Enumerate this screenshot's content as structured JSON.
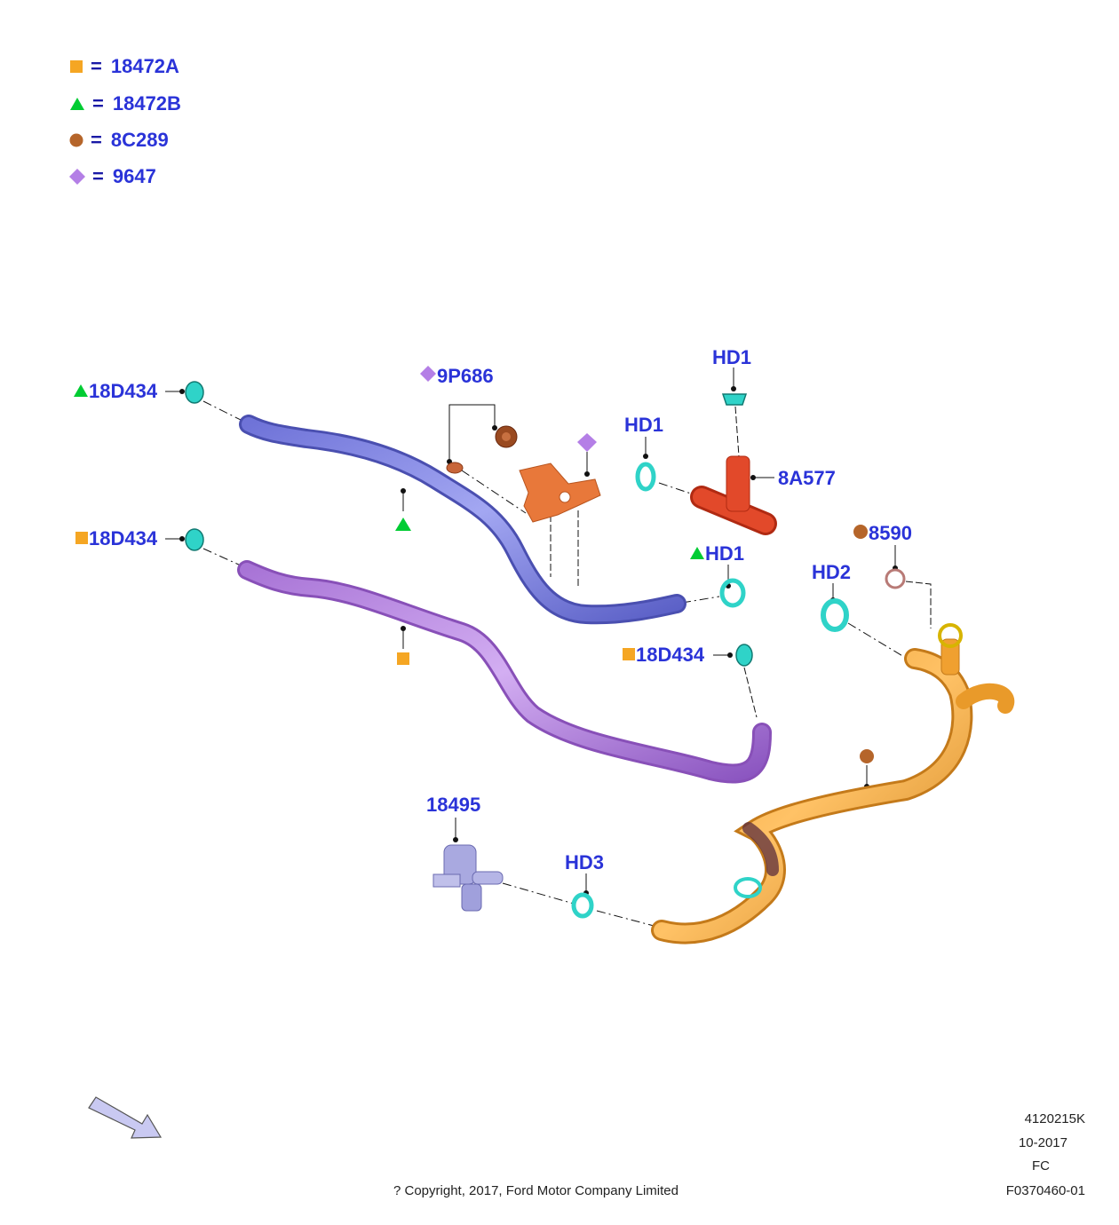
{
  "legend": [
    {
      "symbol": "square",
      "color": "#f5a623",
      "eq": "=",
      "code": "18472A"
    },
    {
      "symbol": "triangle",
      "color": "#00cc33",
      "eq": "=",
      "code": "18472B"
    },
    {
      "symbol": "circle",
      "color": "#b5652a",
      "eq": "=",
      "code": "8C289"
    },
    {
      "symbol": "diamond",
      "color": "#b47fe6",
      "eq": "=",
      "code": "9647"
    }
  ],
  "labels": {
    "hose_upper_clamp": "18D434",
    "bracket": "9P686",
    "hd1_top": "HD1",
    "hd1_left": "HD1",
    "tee": "8A577",
    "hose_lower_clamp": "18D434",
    "o_ring": "8590",
    "hd1_right": "HD1",
    "hd2": "HD2",
    "clamp_right": "18D434",
    "valve": "18495",
    "hd3": "HD3"
  },
  "footer": {
    "copyright": "? Copyright, 2017, Ford Motor Company Limited",
    "ref_lines": [
      "4120215K",
      "10-2017",
      "FC",
      "F0370460-01"
    ]
  },
  "colors": {
    "label_blue": "#2a33d8",
    "clamp_cyan": "#2fd3c8",
    "hose_blue": "#7b7fe0",
    "hose_purple": "#b07ad8",
    "hose_orange": "#f0a030",
    "tee_red": "#e2492a",
    "bracket_orange": "#e8783a"
  }
}
